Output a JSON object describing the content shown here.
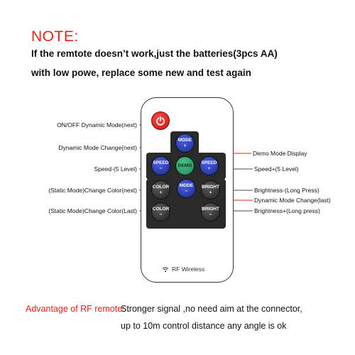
{
  "note": {
    "title": "NOTE:",
    "line1": "If the remtote doesn’t work,just the batteries(3pcs AA)",
    "line2": "with low powe, replace some new and test again"
  },
  "buttons": {
    "mode_top": {
      "line1": "MODE",
      "line2": "+"
    },
    "speed_left": {
      "line1": "SPEED",
      "line2": "−"
    },
    "demo": {
      "line1": "DEMO"
    },
    "speed_right": {
      "line1": "SPEED",
      "line2": "+"
    },
    "color_top": {
      "line1": "COLOR",
      "line2": "+"
    },
    "mode_mid": {
      "line1": "MODE",
      "line2": "−"
    },
    "bright_top": {
      "line1": "BRIGHT",
      "line2": "+"
    },
    "color_bottom": {
      "line1": "COLOR",
      "line2": "−"
    },
    "bright_bottom": {
      "line1": "BRIGHT",
      "line2": "−"
    }
  },
  "labels": {
    "onoff": "ON/OFF Dynamic Mode(next)",
    "dyn_change_next": "Dynamic Mode Change(next)",
    "speed_minus": "Speed-(5 Level)",
    "static_next": "(Static Mode)Change Color(next)",
    "static_last": "(Static Mode)Change Color(Last)",
    "demo_display": "Demo Mode Display",
    "speed_plus": "Speed+(5 Level)",
    "bright_minus": "Brightness-(Long Press)",
    "dyn_change_last": "Dynamic Mode Change(last)",
    "bright_plus": "Brightness+(Long press)"
  },
  "rf": "RF Wireless",
  "advantage": {
    "label": "Advantage of RF remote:",
    "line1": " Stronger signal ,no need aim at the connector,",
    "line2": "up to 10m control distance any angle is ok"
  },
  "colors": {
    "accent": "#e0241b",
    "button_blue": "#1b2a9e",
    "button_green": "#1d8a55",
    "power": "#c81510"
  },
  "icons": [
    "power-icon",
    "wifi-icon"
  ]
}
